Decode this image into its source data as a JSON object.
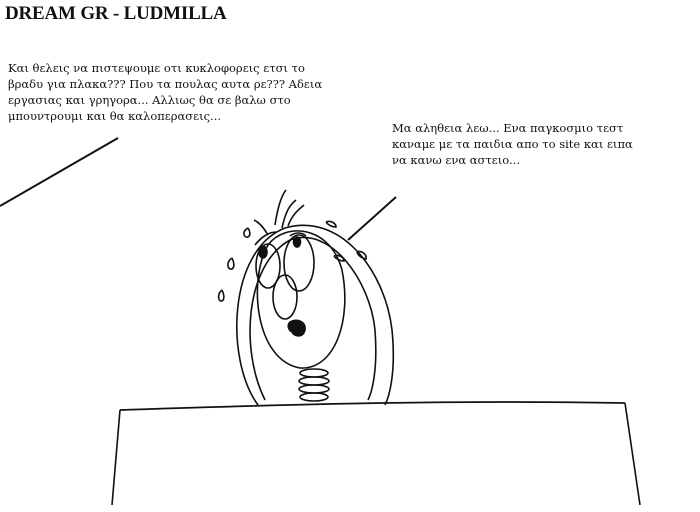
{
  "title": "DREAM GR - LUDMILLA",
  "speech_left": {
    "lines": [
      "Και θελεις να πιστεψουμε οτι κυκλοφορεις ετσι το",
      "βραδυ για πλακα??? Που τα πουλας αυτα ρε??? Αδεια",
      "εργασιας και γρηγορα... Αλλιως θα σε βαλω στο",
      "μπουντρουμι και θα καλοπερασεις..."
    ]
  },
  "speech_right": {
    "lines": [
      "Μα αληθεια λεω... Ενα παγκοσμιο τεστ",
      "καναμε με τα παιδια απο το site  και ειπα",
      "να κανω ενα αστειο..."
    ]
  }
}
